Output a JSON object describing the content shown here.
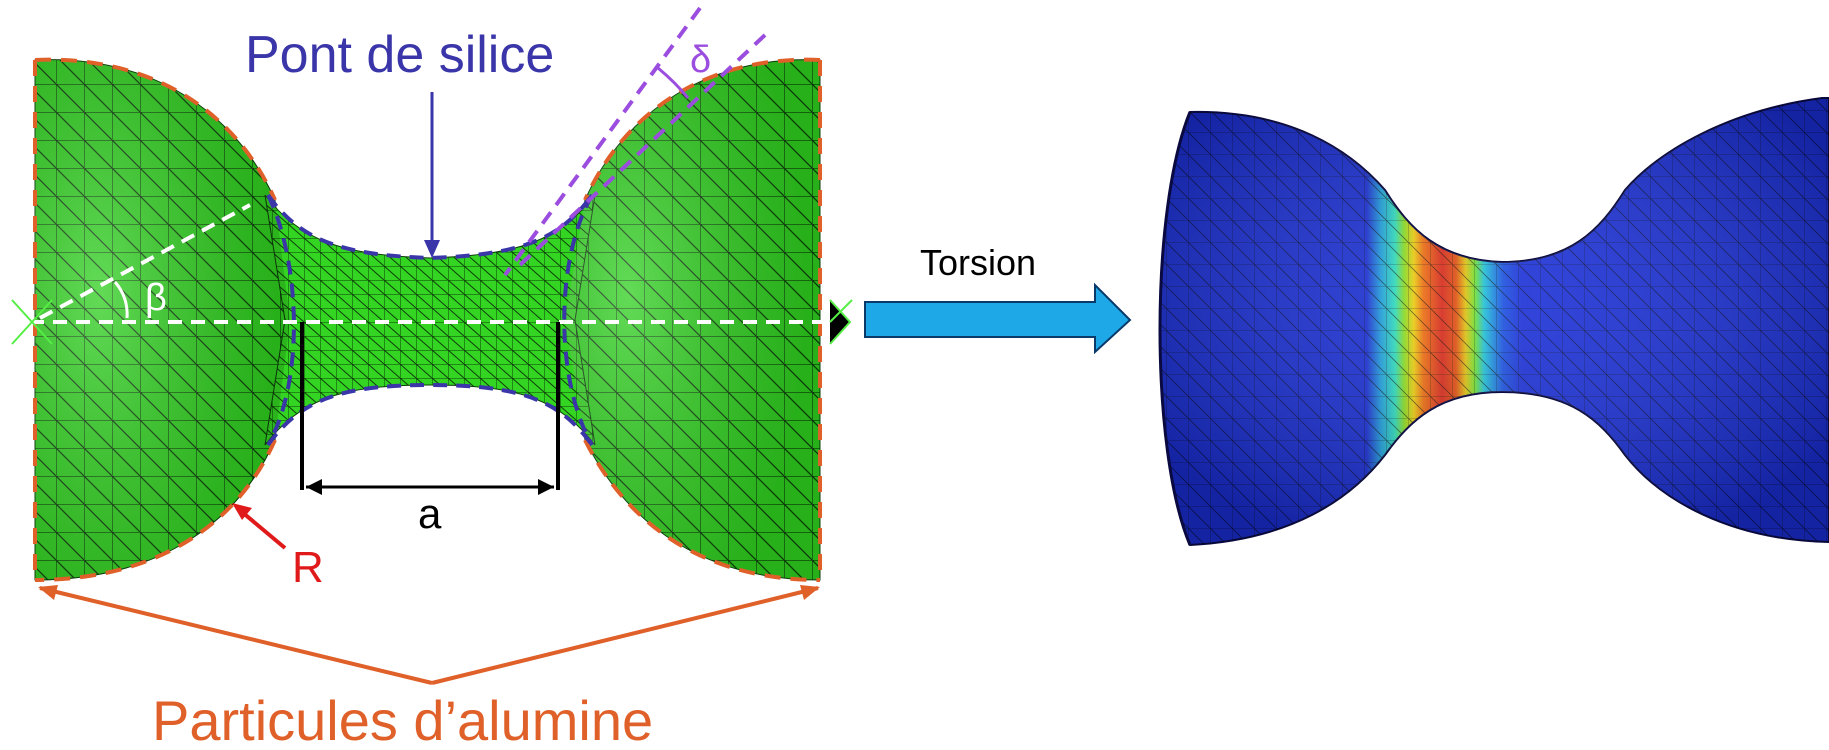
{
  "labels": {
    "bridge": "Pont de silice",
    "delta": "δ",
    "beta": "β",
    "a": "a",
    "R": "R",
    "particles": "Particules d’alumine",
    "torsion": "Torsion"
  },
  "colors": {
    "mesh_green": "#2fcf1f",
    "orange": "#e0602a",
    "blue_label": "#3a35a8",
    "purple": "#9b4ddf",
    "red_label": "#e01a1a",
    "arrow_cyan": "#1ea8e8",
    "fem_blue": "#1a2fd8",
    "fem_red": "#d8281a"
  }
}
